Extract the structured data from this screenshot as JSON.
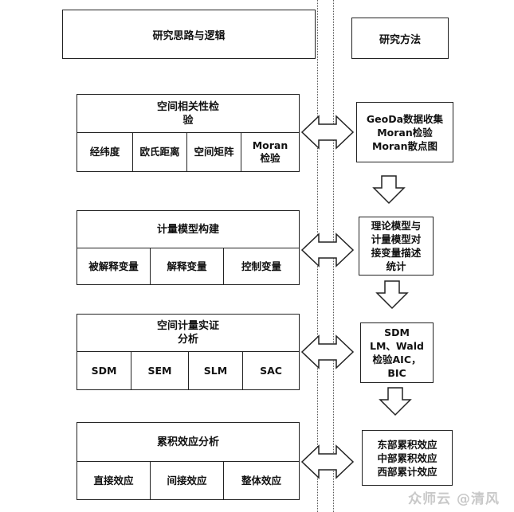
{
  "header": {
    "left": "研究思路与逻辑",
    "right": "研究方法"
  },
  "steps": [
    {
      "title_lines": [
        "空间相关性检",
        "验"
      ],
      "cells": [
        [
          "经纬度"
        ],
        [
          "欧氏距离"
        ],
        [
          "空间矩阵"
        ],
        [
          "Moran",
          "检验"
        ]
      ],
      "method_lines": [
        "GeoDa数据收集",
        "Moran检验",
        "Moran散点图"
      ]
    },
    {
      "title_lines": [
        "计量模型构建"
      ],
      "cells": [
        [
          "被解释变量"
        ],
        [
          "解释变量"
        ],
        [
          "控制变量"
        ]
      ],
      "method_lines": [
        "理论模型与",
        "计量模型对",
        "接变量描述",
        "统计"
      ]
    },
    {
      "title_lines": [
        "空间计量实证",
        "分析"
      ],
      "cells": [
        [
          "SDM"
        ],
        [
          "SEM"
        ],
        [
          "SLM"
        ],
        [
          "SAC"
        ]
      ],
      "method_lines": [
        "SDM",
        "LM、Wald",
        "检验AIC，",
        "BIC"
      ]
    },
    {
      "title_lines": [
        "累积效应分析"
      ],
      "cells": [
        [
          "直接效应"
        ],
        [
          "间接效应"
        ],
        [
          "整体效应"
        ]
      ],
      "method_lines": [
        "东部累积效应",
        "中部累积效应",
        "西部累计效应"
      ]
    }
  ],
  "watermark": "众师云 @清风"
}
